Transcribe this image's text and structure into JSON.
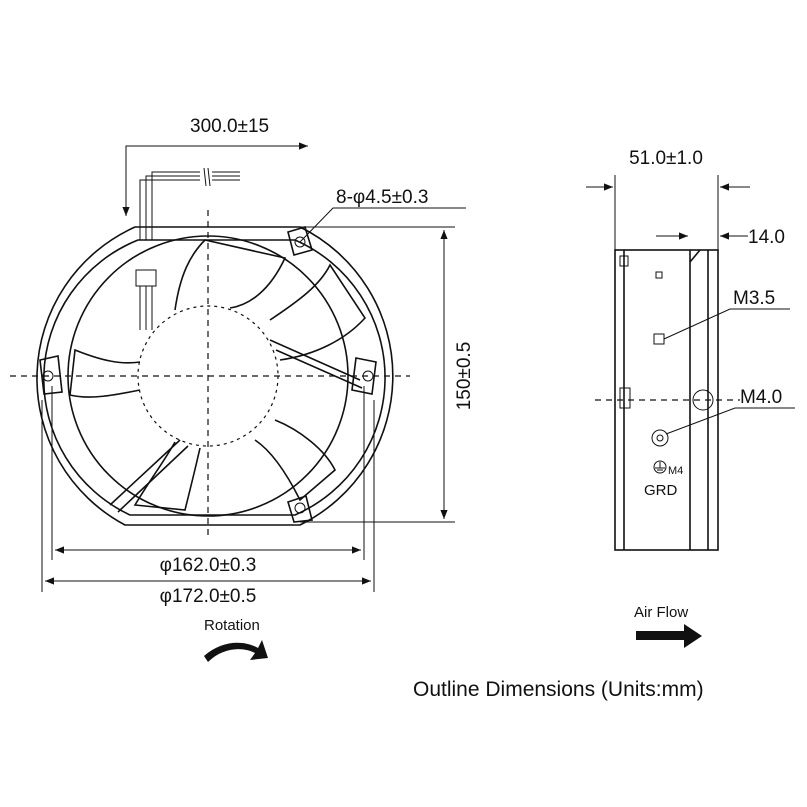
{
  "front_view": {
    "cable_length": "300.0±15",
    "mounting_holes": "8-φ4.5±0.3",
    "height": "150±0.5",
    "inner_diameter": "φ162.0±0.3",
    "outer_diameter": "φ172.0±0.5",
    "rotation_label": "Rotation"
  },
  "side_view": {
    "depth": "51.0±1.0",
    "flange": "14.0",
    "screw_m35": "M3.5",
    "screw_m40": "M4.0",
    "ground_screw": "M4",
    "ground_label": "GRD",
    "airflow_label": "Air Flow"
  },
  "caption": "Outline Dimensions (Units:mm)"
}
